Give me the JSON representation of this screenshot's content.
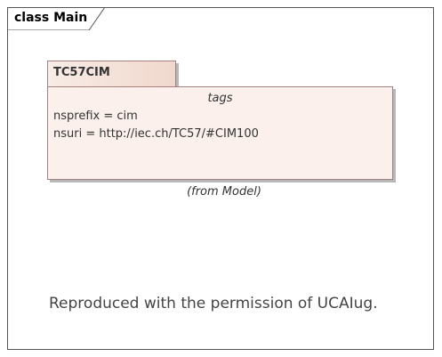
{
  "frame": {
    "title": "class Main"
  },
  "package": {
    "name": "TC57CIM",
    "tags_heading": "tags",
    "tags": [
      "nsprefix = cim",
      "nsuri = http://iec.ch/TC57/#CIM100"
    ],
    "from_label": "(from Model)"
  },
  "footer": {
    "permission_text": "Reproduced with the permission of UCAIug."
  },
  "colors": {
    "package_fill": "#fbf0ec",
    "package_border": "#a88080",
    "frame_border": "#555555"
  }
}
